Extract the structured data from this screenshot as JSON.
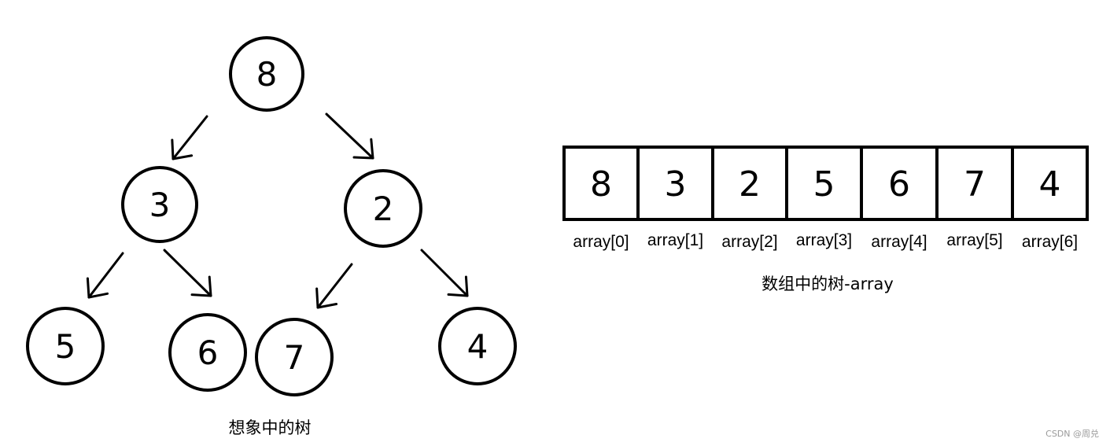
{
  "tree": {
    "caption": "想象中的树",
    "nodes": [
      {
        "id": "root",
        "label": "8"
      },
      {
        "id": "left",
        "label": "3"
      },
      {
        "id": "right",
        "label": "2"
      },
      {
        "id": "left-left",
        "label": "5"
      },
      {
        "id": "left-right",
        "label": "6"
      },
      {
        "id": "right-left",
        "label": "7"
      },
      {
        "id": "right-right",
        "label": "4"
      }
    ],
    "edges": [
      {
        "from": "root",
        "to": "left"
      },
      {
        "from": "root",
        "to": "right"
      },
      {
        "from": "left",
        "to": "left-left"
      },
      {
        "from": "left",
        "to": "left-right"
      },
      {
        "from": "right",
        "to": "right-left"
      },
      {
        "from": "right",
        "to": "right-right"
      }
    ]
  },
  "array": {
    "caption": "数组中的树-array",
    "cells": [
      {
        "value": "8",
        "index": "array[0]"
      },
      {
        "value": "3",
        "index": "array[1]"
      },
      {
        "value": "2",
        "index": "array[2]"
      },
      {
        "value": "5",
        "index": "array[3]"
      },
      {
        "value": "6",
        "index": "array[4]"
      },
      {
        "value": "7",
        "index": "array[5]"
      },
      {
        "value": "4",
        "index": "array[6]"
      }
    ]
  },
  "watermark": "CSDN @周兑",
  "colors": {
    "stroke": "#000000",
    "background": "#ffffff",
    "watermark": "#9a9a9a"
  }
}
